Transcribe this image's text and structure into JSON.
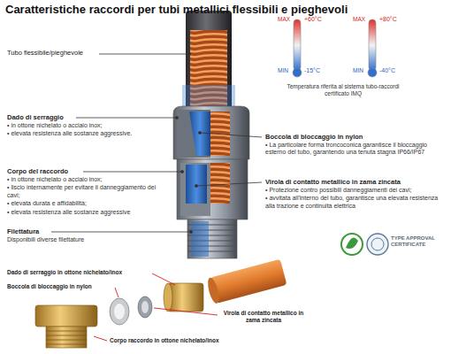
{
  "diagram": {
    "title": "Caratteristiche raccordi per tubi metallici flessibili e pieghevoli",
    "labels": [
      "Tubo flessibile/pieghevole",
      "MAX",
      "+60°C",
      "MIN",
      "-15°C",
      "MAX",
      "+80°C",
      "MIN",
      "-40°C",
      "Temperatura riferita al sistema tubo-raccordi certificato IMQ",
      "Dado di serraggio",
      "• in ottone nichelato o acciaio inox;",
      "• elevata resistenza alle sostanze aggressive.",
      "Corpo del raccordo",
      "• in ottone nichelato o acciaio inox;",
      "• liscio internamente per evitare il danneggiamento dei cavi;",
      "• elevata durata e affidabilità;",
      "• elevata resistenza alle sostanze aggressive",
      "Filettatura",
      "Disponibili diverse filettature",
      "Boccola di bloccaggio in nylon",
      "• La particolare forma troncoconica garantisce il bloccaggio esterno del tubo, garantendo una tenuta stagna IP66/IP67",
      "Virola di contatto metallico in zama zincata",
      "• Protezione contro possibili danneggiamenti dei cavi;",
      "• avvitata all'interno del tubo, garantisce una elevata resistenza alla trazione e continuità elettrica",
      "TYPE APPROVAL CERTIFICATE",
      "Dado di serraggio in ottone nichelato/inox",
      "Boccola di bloccaggio in nylon",
      "Virola di contatto metallico in zama zincata",
      "Corpo raccordo in ottone nichelato/inox"
    ]
  }
}
